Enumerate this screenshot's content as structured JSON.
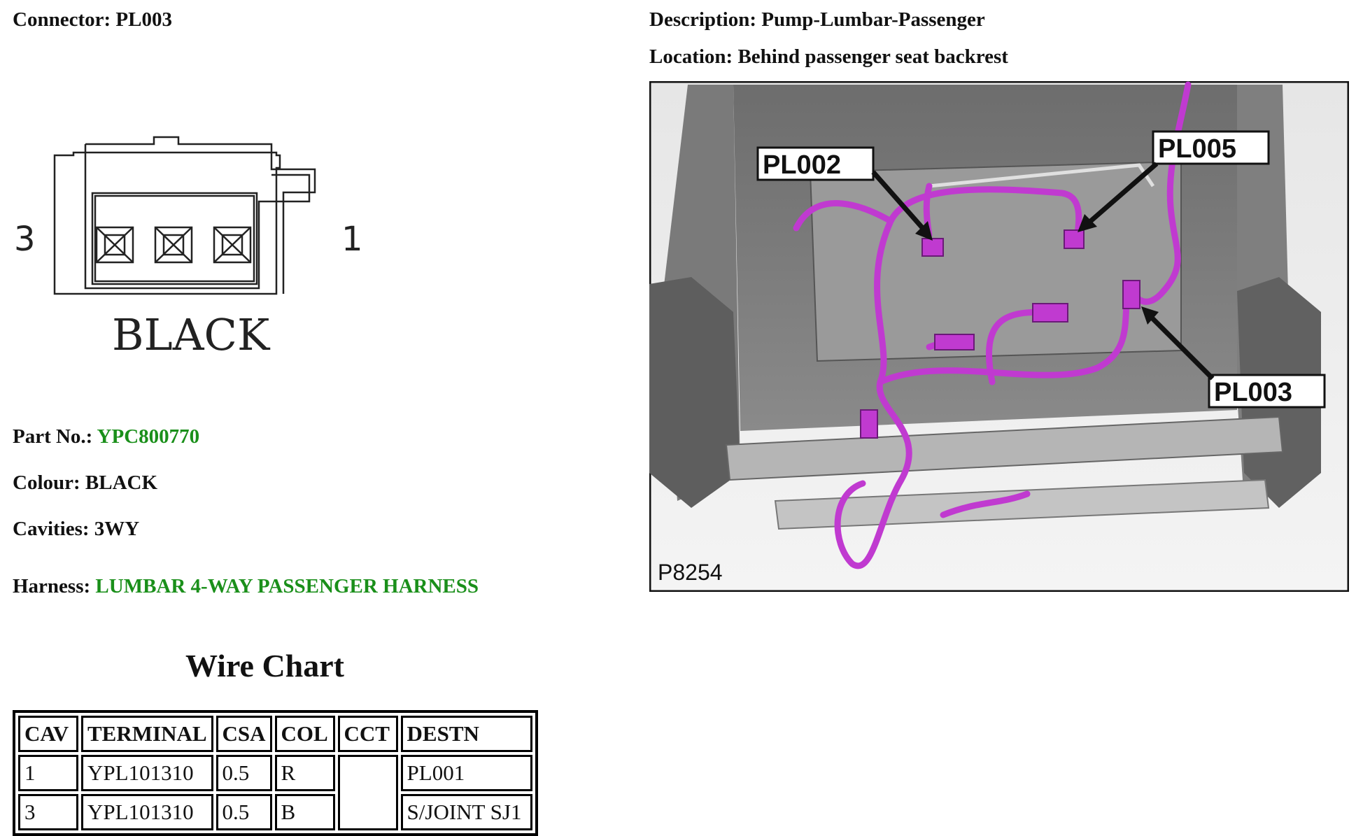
{
  "connector": {
    "label": "Connector:",
    "value": "PL003"
  },
  "description": {
    "label": "Description:",
    "value": "Pump-Lumbar-Passenger"
  },
  "location": {
    "label": "Location:",
    "value": "Behind passenger seat backrest"
  },
  "diagram": {
    "pin_left": "3",
    "pin_right": "1",
    "colour_text": "BLACK"
  },
  "part": {
    "label": "Part No.:",
    "value": "YPC800770"
  },
  "colour": {
    "label": "Colour:",
    "value": "BLACK"
  },
  "cavities": {
    "label": "Cavities:",
    "value": "3WY"
  },
  "harness": {
    "label": "Harness:",
    "value": "LUMBAR 4-WAY PASSENGER HARNESS"
  },
  "wire_chart": {
    "title": "Wire Chart",
    "headers": [
      "CAV",
      "TERMINAL",
      "CSA",
      "COL",
      "CCT",
      "DESTN"
    ],
    "rows": [
      [
        "1",
        "YPL101310",
        "0.5",
        "R",
        "",
        "PL001"
      ],
      [
        "3",
        "YPL101310",
        "0.5",
        "B",
        "",
        "S/JOINT SJ1"
      ]
    ]
  },
  "photo": {
    "callouts": [
      "PL002",
      "PL005",
      "PL003"
    ],
    "ref": "P8254",
    "harness_color": "#c03ad0"
  },
  "colors": {
    "link_green": "#1a8f1a"
  }
}
